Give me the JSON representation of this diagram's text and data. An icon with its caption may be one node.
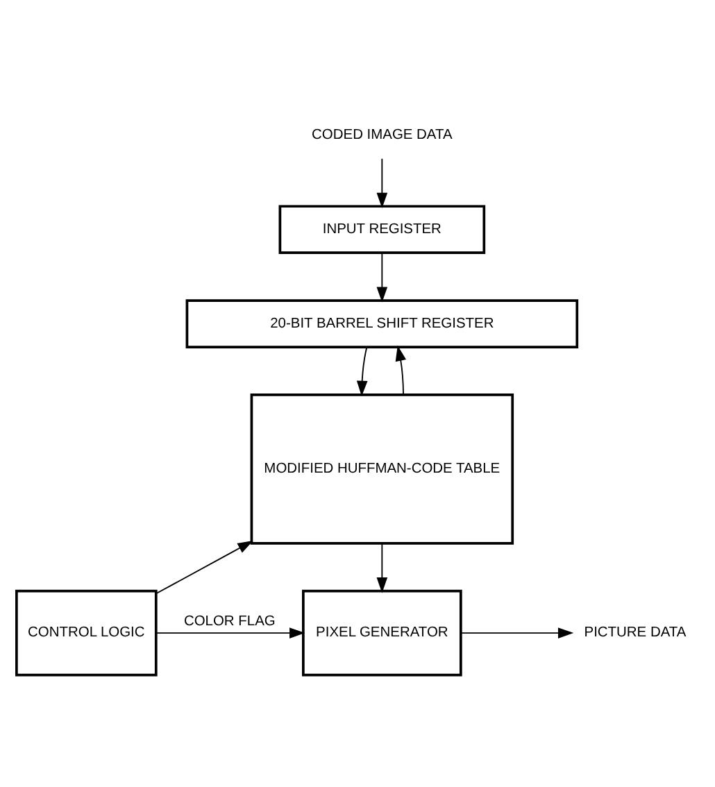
{
  "diagram": {
    "nodes": [
      {
        "text": [
          "CODED IMAGE DATA"
        ]
      },
      {
        "text": [
          "INPUT REGISTER"
        ]
      },
      {
        "text": [
          "20-BIT BARREL SHIFT REGISTER"
        ]
      },
      {
        "text": [
          "MODIFIED HUFFMAN-CODE TABLE"
        ]
      },
      {
        "text": [
          "CONTROL LOGIC"
        ]
      },
      {
        "text": [
          "PIXEL GENERATOR"
        ]
      },
      {
        "text": [
          "PICTURE DATA"
        ]
      }
    ],
    "edges": [
      {
        "from": 0,
        "to": 1,
        "arrow": "to"
      },
      {
        "from": 1,
        "to": 2,
        "arrow": "to"
      },
      {
        "from": 2,
        "to": 3,
        "arrow": "to"
      },
      {
        "from": 3,
        "to": 2,
        "arrow": "to"
      },
      {
        "from": 4,
        "to": 3,
        "arrow": "to"
      },
      {
        "from": 3,
        "to": 5,
        "arrow": "to"
      },
      {
        "from": 4,
        "to": 5,
        "arrow": "to",
        "label": "COLOR FLAG"
      },
      {
        "from": 5,
        "to": 6,
        "arrow": "to"
      }
    ]
  }
}
